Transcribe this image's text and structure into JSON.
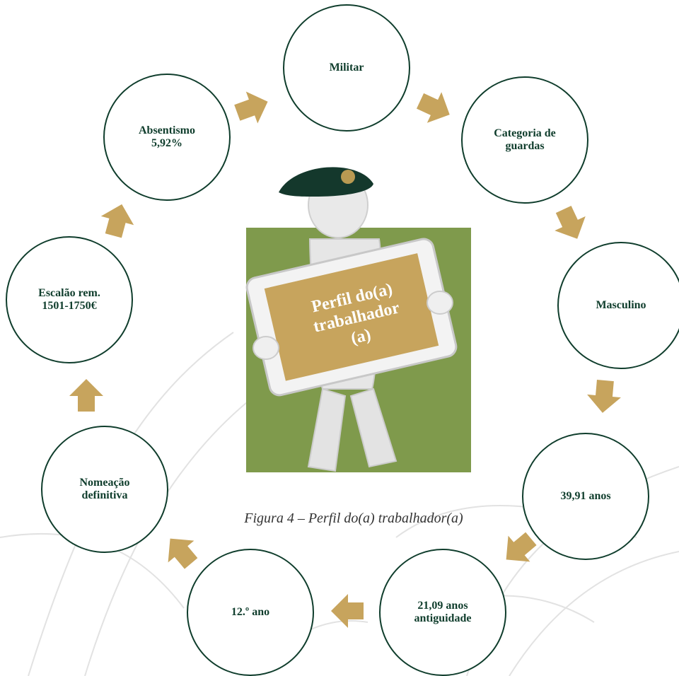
{
  "diagram": {
    "center_title": "Perfil do(a)\ntrabalhador\n(a)",
    "caption": "Figura 4 – Perfil do(a) trabalhador(a)",
    "nodes": [
      {
        "label": "Militar"
      },
      {
        "label": "Categoria de\nguardas"
      },
      {
        "label": "Masculino"
      },
      {
        "label": "39,91 anos"
      },
      {
        "label": "21,09 anos\nantiguidade"
      },
      {
        "label": "12.º ano"
      },
      {
        "label": "Nomeação\ndefinitiva"
      },
      {
        "label": "Escalão rem.\n1501-1750€"
      },
      {
        "label": "Absentismo\n5,92%"
      }
    ],
    "colors": {
      "circle_border": "#0f3d2c",
      "text": "#0f3d2c",
      "arrow": "#c7a45d",
      "panel_green": "#7f9a4c",
      "board": "#c7a45d"
    }
  }
}
